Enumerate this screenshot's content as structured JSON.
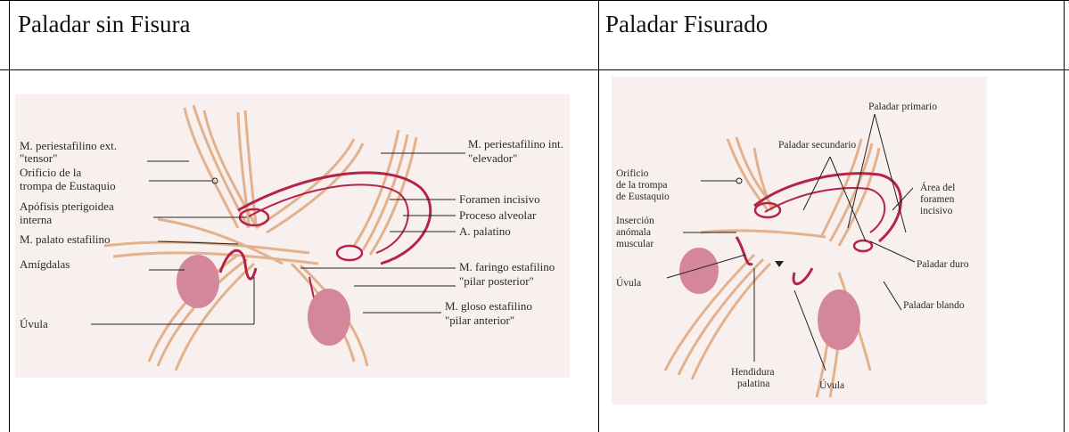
{
  "table": {
    "col1_header": "Paladar sin Fisura",
    "col2_header": "Paladar Fisurado"
  },
  "left_diagram": {
    "labels": {
      "tensor_1": "M. periestafilino ext.",
      "tensor_2": "\"tensor\"",
      "orificio_1": "Orificio de la",
      "orificio_2": "trompa de Eustaquio",
      "apofisis_1": "Apófisis pterigoidea",
      "apofisis_2": "interna",
      "palato": "M. palato estafilino",
      "amigdalas": "Amígdalas",
      "uvula": "Úvula",
      "elevador_1": "M. periestafilino int.",
      "elevador_2": "\"elevador\"",
      "foramen": "Foramen incisivo",
      "proceso": "Proceso alveolar",
      "a_palatino": "A. palatino",
      "faringo_1": "M. faringo estafilino",
      "faringo_2": "\"pilar posterior\"",
      "gloso_1": "M. gloso estafilino",
      "gloso_2": "\"pilar anterior\""
    }
  },
  "right_diagram": {
    "labels": {
      "primario": "Paladar primario",
      "secundario": "Paladar secundario",
      "orificio_1": "Orificio",
      "orificio_2": "de la trompa",
      "orificio_3": "de Eustaquio",
      "area_1": "Área del",
      "area_2": "foramen",
      "area_3": "incisivo",
      "insercion_1": "Inserción",
      "insercion_2": "anómala",
      "insercion_3": "muscular",
      "uvula_left": "Úvula",
      "duro": "Paladar duro",
      "blando": "Paladar blando",
      "hendidura_1": "Hendidura",
      "hendidura_2": "palatina",
      "uvula_bottom": "Úvula"
    }
  },
  "colors": {
    "muscle": "#e0a77a",
    "muscle_dark": "#c9825a",
    "palate": "#b5234a",
    "tonsil": "#d4869a",
    "panel_bg": "#f7f0ee"
  }
}
